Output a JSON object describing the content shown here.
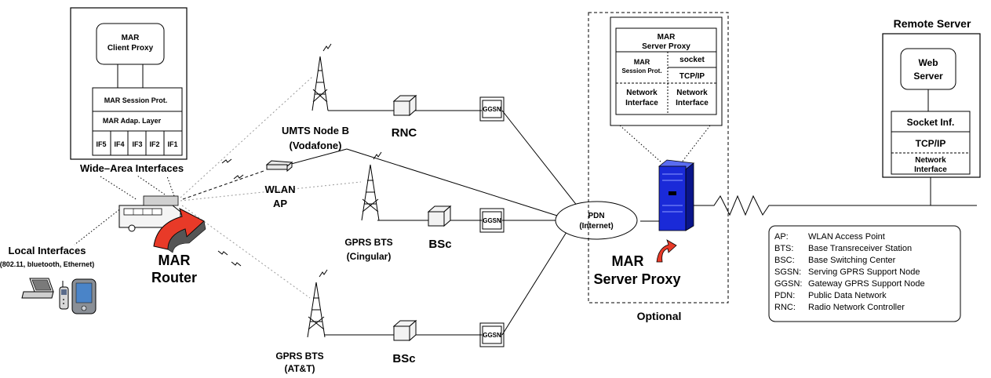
{
  "client": {
    "proxy_line1": "MAR",
    "proxy_line2": "Client Proxy",
    "session_prot": "MAR Session Prot.",
    "adap_layer": "MAR Adap. Layer",
    "interfaces": [
      "IF5",
      "IF4",
      "IF3",
      "IF2",
      "IF1"
    ],
    "wide_area_label": "Wide–Area Interfaces"
  },
  "local": {
    "title": "Local Interfaces",
    "detail": "(802.11, bluetooth, Ethernet)"
  },
  "router": {
    "line1": "MAR",
    "line2": "Router"
  },
  "nodes": {
    "umts_line1": "UMTS Node B",
    "umts_line2": "(Vodafone)",
    "rnc": "RNC",
    "wlan_line1": "WLAN",
    "wlan_line2": "AP",
    "gprs1_line1": "GPRS BTS",
    "gprs1_line2": "(Cingular)",
    "bsc1": "BSc",
    "gprs2_line1": "GPRS BTS",
    "gprs2_line2": "(AT&T)",
    "bsc2": "BSc",
    "ggsn": "GGSN"
  },
  "pdn": {
    "line1": "PDN",
    "line2": "(Internet)"
  },
  "server_proxy": {
    "title_line1": "MAR",
    "title_line2": "Server Proxy",
    "session_line1": "MAR",
    "session_line2": "Session Prot.",
    "socket": "socket",
    "tcpip": "TCP/IP",
    "net_if_line1": "Network",
    "net_if_line2": "Interface",
    "caption_line1": "MAR",
    "caption_line2": "Server Proxy",
    "optional": "Optional"
  },
  "remote": {
    "title": "Remote Server",
    "web_line1": "Web",
    "web_line2": "Server",
    "socket_inf": "Socket Inf.",
    "tcpip": "TCP/IP",
    "net_if_line1": "Network",
    "net_if_line2": "Interface"
  },
  "legend": [
    {
      "abbr": "AP:",
      "desc": "WLAN Access Point"
    },
    {
      "abbr": "BTS:",
      "desc": "Base Transreceiver Station"
    },
    {
      "abbr": "BSC:",
      "desc": "Base Switching Center"
    },
    {
      "abbr": "SGSN:",
      "desc": "Serving GPRS Support Node"
    },
    {
      "abbr": "GGSN:",
      "desc": "Gateway GPRS Support Node"
    },
    {
      "abbr": "PDN:",
      "desc": "Public Data Network"
    },
    {
      "abbr": "RNC:",
      "desc": "Radio Network Controller"
    }
  ],
  "colors": {
    "server_blue": "#1a2ad8",
    "arrow_red": "#e83a28",
    "wireless_gray": "#9a9a9a"
  }
}
